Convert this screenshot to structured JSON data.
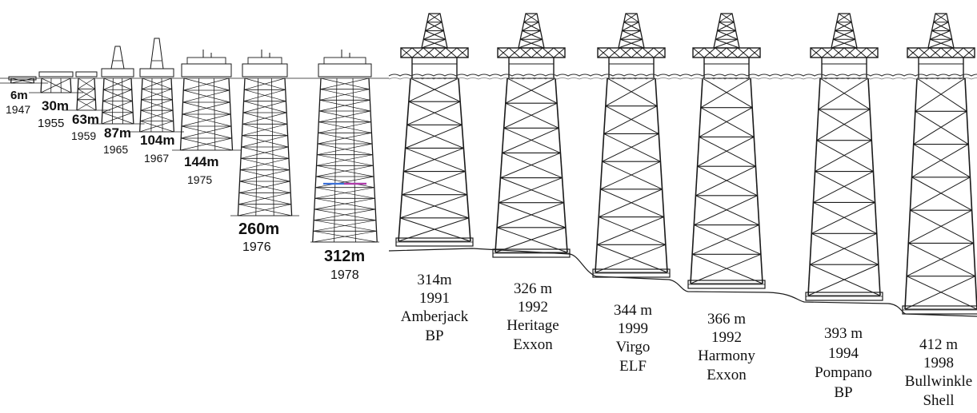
{
  "colors": {
    "ink": "#1a1a1a",
    "paper": "#ffffff",
    "water": "#333333"
  },
  "historic": [
    {
      "depth": "6m",
      "year": "1947"
    },
    {
      "depth": "30m",
      "year": "1955"
    },
    {
      "depth": "63m",
      "year": "1959"
    },
    {
      "depth": "87m",
      "year": "1965"
    },
    {
      "depth": "104m",
      "year": "1967"
    },
    {
      "depth": "144m",
      "year": "1975"
    },
    {
      "depth": "260m",
      "year": "1976"
    },
    {
      "depth": "312m",
      "year": "1978"
    }
  ],
  "modern": [
    {
      "depth": "314m",
      "year": "1991",
      "name": "Amberjack",
      "operator": "BP"
    },
    {
      "depth": "326 m",
      "year": "1992",
      "name": "Heritage",
      "operator": "Exxon"
    },
    {
      "depth": "344 m",
      "year": "1999",
      "name": "Virgo",
      "operator": "ELF"
    },
    {
      "depth": "366 m",
      "year": "1992",
      "name": "Harmony",
      "operator": "Exxon"
    },
    {
      "depth": "393 m",
      "year": "1994",
      "name": "Pompano",
      "operator": "BP"
    },
    {
      "depth": "412 m",
      "year": "1998",
      "name": "Bullwinkle",
      "operator": "Shell"
    }
  ]
}
